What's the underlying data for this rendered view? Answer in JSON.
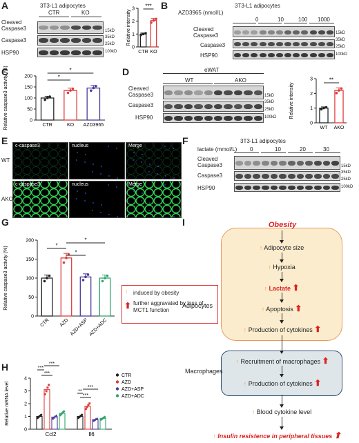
{
  "panel_labels": {
    "A": "A",
    "B": "B",
    "C": "C",
    "D": "D",
    "E": "E",
    "F": "F",
    "G": "G",
    "H": "H",
    "I": "I"
  },
  "colors": {
    "ctr": "#222222",
    "ko": "#e03c3c",
    "asp": "#4a3a9c",
    "adc": "#2ea56a",
    "orange": "#e8a14a",
    "red": "#d22222",
    "flow_fill": "#fbeccd",
    "flow_border": "#e59a5c",
    "mid_fill": "#dfe6ea",
    "mid_border": "#2f4f6f"
  },
  "panelA": {
    "title": "3T3-L1 adipocytes",
    "groups": [
      "CTR",
      "KO"
    ],
    "rows": [
      "Cleaved Caspase3",
      "Caspase3",
      "HSP90"
    ],
    "mw": [
      "15kD",
      "35kD",
      "25kD",
      "100kD"
    ],
    "chart": {
      "ylabel": "Relative intensity",
      "categories": [
        "CTR",
        "KO"
      ],
      "values": [
        1.0,
        2.05
      ],
      "yticks": [
        "0",
        "1",
        "2",
        "3"
      ],
      "sig": "***"
    }
  },
  "panelB": {
    "title": "3T3-L1 adipocytes",
    "conc_label": "AZD3965 (nmol/L)",
    "conc": [
      "0",
      "10",
      "100",
      "1000"
    ],
    "rows": [
      "Cleaved Caspase3",
      "Caspase3",
      "HSP90"
    ],
    "mw": [
      "15kD",
      "35kD",
      "25kD",
      "100kD"
    ]
  },
  "panelC": {
    "ylabel": "Relative caspase3 activity (%)",
    "categories": [
      "CTR",
      "KO",
      "AZD3965"
    ],
    "values": [
      100,
      134,
      145
    ],
    "yticks": [
      "0",
      "50",
      "100",
      "150",
      "200"
    ],
    "sig": [
      "*",
      "*"
    ]
  },
  "panelD": {
    "title": "eWAT",
    "groups": [
      "WT",
      "AKO"
    ],
    "rows": [
      "Cleaved Caspase3",
      "Caspase3",
      "HSP90"
    ],
    "mw": [
      "15kD",
      "35kD",
      "25kD",
      "100kD"
    ],
    "chart": {
      "ylabel": "Relative intensity",
      "categories": [
        "WT",
        "AKO"
      ],
      "values": [
        1.0,
        2.2
      ],
      "yticks": [
        "0",
        "1",
        "2",
        "3"
      ],
      "sig": "**"
    }
  },
  "panelE": {
    "cols": [
      "c-caspase3",
      "nucleus",
      "Merge"
    ],
    "rows": [
      "WT",
      "AKO"
    ]
  },
  "panelF": {
    "title": "3T3-L1 adipocytes",
    "conc_label": "lactate (mmol/L)",
    "conc": [
      "0",
      "10",
      "20",
      "30"
    ],
    "rows": [
      "Cleaved Caspase3",
      "Caspase3",
      "HSP90"
    ],
    "mw": [
      "15kD",
      "35kD",
      "25kD",
      "100kD"
    ]
  },
  "panelG": {
    "ylabel": "Relative caspase3 activity (%)",
    "categories": [
      "CTR",
      "AZD",
      "AZD+ASP",
      "AZD+ADC"
    ],
    "values": [
      100,
      153,
      103,
      100
    ],
    "yticks": [
      "0",
      "50",
      "100",
      "150",
      "200"
    ],
    "sig": [
      "*",
      "*",
      "*"
    ]
  },
  "panelH": {
    "ylabel": "Relative mRNA level",
    "groups": [
      "Ccl2",
      "Il6"
    ],
    "legend": [
      "CTR",
      "AZD",
      "AZD+ASP",
      "AZD+ADC"
    ],
    "values": [
      [
        1.0,
        3.1,
        0.95,
        1.25
      ],
      [
        1.0,
        1.8,
        0.75,
        0.85
      ]
    ],
    "yticks": [
      "0",
      "1",
      "2",
      "3",
      "4"
    ],
    "sig": [
      "***",
      "***",
      "***",
      "**",
      "***",
      "***"
    ]
  },
  "panelI": {
    "top": "Obesity",
    "adipocytes_label": "Adipocytes",
    "macrophages_label": "Macrophages",
    "nodes": [
      "Adipocyte size",
      "Hypoxia",
      "Lactate",
      "Apoptosis",
      "Production of cytokines"
    ],
    "mac_nodes": [
      "Recruitment of macrophages",
      "Production of cytokines"
    ],
    "blood": "Blood cytokine level",
    "bottom": "Insulin resistence in peripheral tissues",
    "legend1": "induced by obesity",
    "legend2": "further aggravated by loss of MCT1 function"
  }
}
